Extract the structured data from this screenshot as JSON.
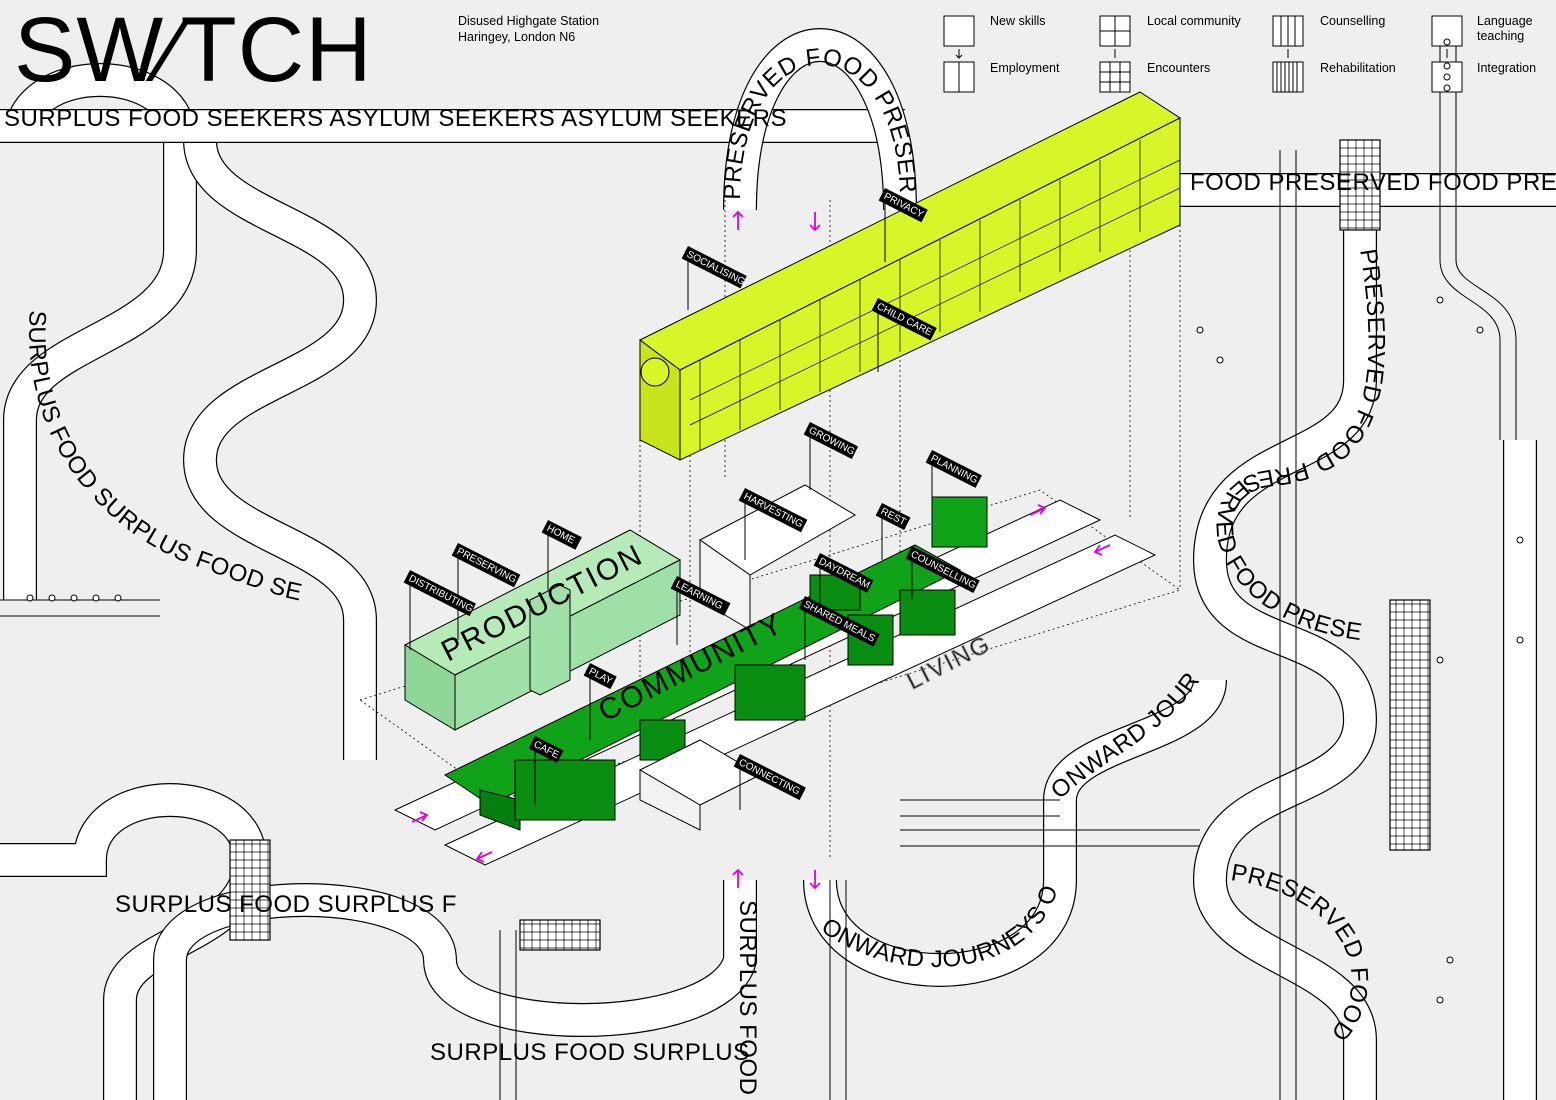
{
  "header": {
    "logo": "SW⁄TCH",
    "location_line1": "Disused Highgate Station",
    "location_line2": "Haringey, London N6"
  },
  "legend": [
    {
      "from": "New skills",
      "to": "Employment"
    },
    {
      "from": "Local community",
      "to": "Encounters"
    },
    {
      "from": "Counselling",
      "to": "Rehabilitation"
    },
    {
      "from": "Language teaching",
      "to": "Integration"
    }
  ],
  "routes": {
    "surplus_food": "SURPLUS FOOD",
    "asylum_seekers": "ASYLUM SEEKERS",
    "preserved_food": "PRESERVED FOOD",
    "onward_journeys": "ONWARD JOURNEYS",
    "top_line": "SURPLUS FOOD  SEEKERS ASYLUM SEEKERS ASYLUM SEEKERS",
    "left_loop": "SURPLUS FOOD SURPLUS FOOD SEEKERS ASYLUM",
    "bottom_line": "SURPLUS FOOD  SURPLUS FOOD",
    "bottom_loop": "SURPLUS FOOD SURPLUS FOOD SURPLUS FOOD",
    "right_line": "FOOD  PRESERVED FOOD PRESERVED FOOD",
    "right_loop": "PRESERVED FOOD PRESERVED FOOD PRESERVED",
    "onward_line": "ONWARD JOURNEYS ONWARD JOURNEYS",
    "onward_bottom": "ONWARD JOURNEYS ONWARD",
    "top_arch": "PRESERVED FOOD PRESERVED"
  },
  "zones": {
    "production": "PRODUCTION",
    "community": "COMMUNITY",
    "living": "LIVING"
  },
  "activities": [
    "PRIVACY",
    "SOCIALISING",
    "CHILD CARE",
    "GROWING",
    "PLANNING",
    "HARVESTING",
    "REST",
    "HOME",
    "PRESERVING",
    "DISTRIBUTING",
    "DAYDREAM",
    "COUNSELLING",
    "SHARED MEALS",
    "LEARNING",
    "PLAY",
    "CAFE",
    "CONNECTING"
  ],
  "colors": {
    "background": "#efefef",
    "living_block": "#d8f52a",
    "production_block": "#9fe0a8",
    "community_block": "#10a218",
    "arrow": "#e100e1"
  }
}
